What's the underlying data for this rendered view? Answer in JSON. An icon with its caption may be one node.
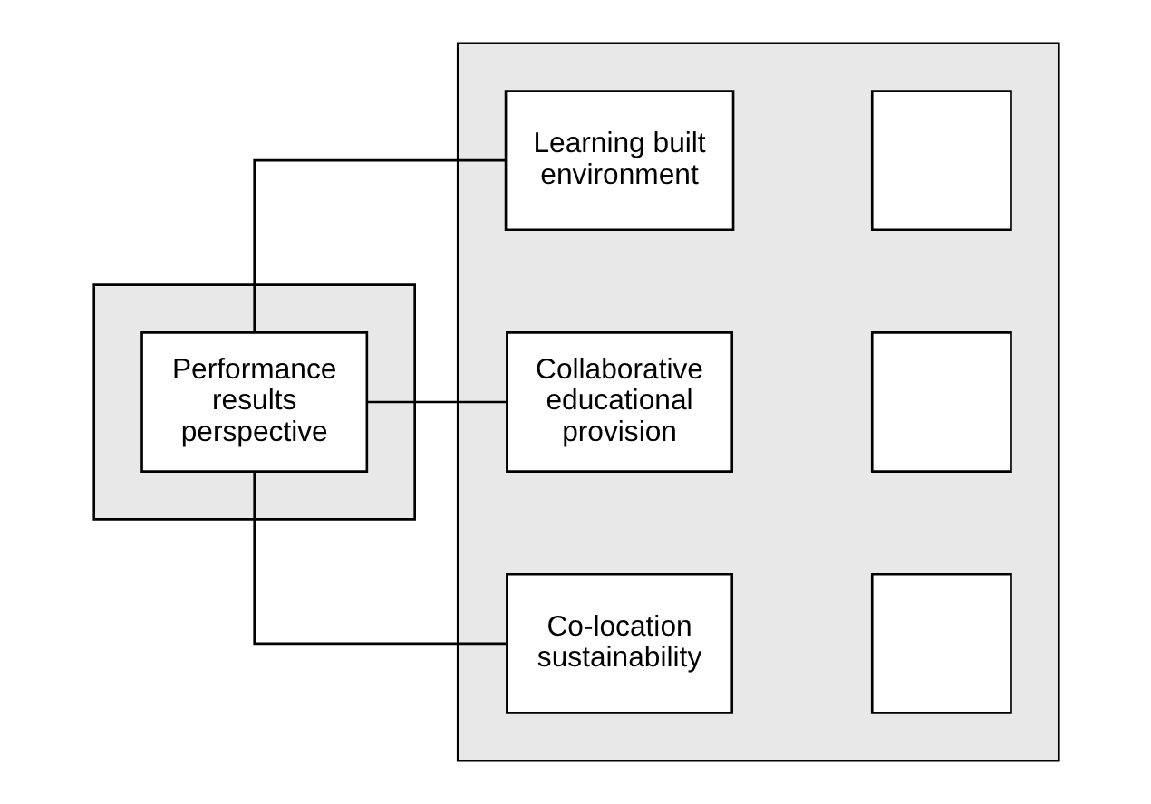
{
  "diagram": {
    "nodes": [
      {
        "text": [],
        "shape": "box"
      },
      {
        "text": [
          "Performance results perspective"
        ],
        "in": 0
      },
      {
        "text": [],
        "shape": "box"
      },
      {
        "text": [
          "Learning built environment"
        ],
        "in": 2
      },
      {
        "text": [],
        "shape": "box",
        "in": 2
      },
      {
        "text": [
          "Collaborative educational provision"
        ],
        "in": 2
      },
      {
        "text": [],
        "shape": "box",
        "in": 2
      },
      {
        "text": [
          "Co-location sustainability"
        ],
        "in": 2
      },
      {
        "text": [],
        "shape": "box",
        "in": 2
      }
    ],
    "edges": [
      {
        "from": 1,
        "to": 3,
        "arrow": "none"
      },
      {
        "from": 1,
        "to": 5,
        "arrow": "none"
      },
      {
        "from": 1,
        "to": 7,
        "arrow": "none"
      }
    ]
  }
}
